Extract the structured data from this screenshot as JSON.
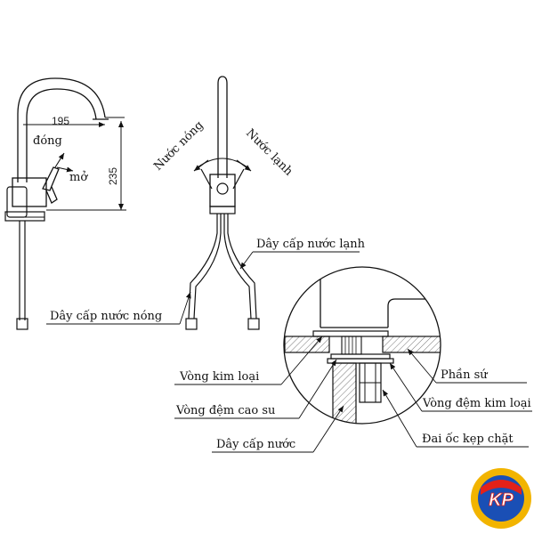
{
  "dimensions": {
    "width": "195",
    "height": "235"
  },
  "handle_positions": {
    "closed": "đóng",
    "open": "mở",
    "hot_water": "Nước nóng",
    "cold_water": "Nước lạnh"
  },
  "labels": {
    "cold_supply_hose": "Dây cấp nước lạnh",
    "hot_supply_hose": "Dây cấp nước nóng",
    "metal_ring": "Vòng kim loại",
    "rubber_gasket": "Vòng đệm cao su",
    "supply_hose": "Dây cấp nước",
    "ceramic_part": "Phần sứ",
    "metal_gasket": "Vòng đệm kim loại",
    "clamp_nut": "Đai ốc kẹp chặt"
  },
  "logo": {
    "text": "KP",
    "colors": {
      "ring": "#f2b400",
      "inner": "#1a4fb5",
      "accent": "#e32119"
    }
  }
}
